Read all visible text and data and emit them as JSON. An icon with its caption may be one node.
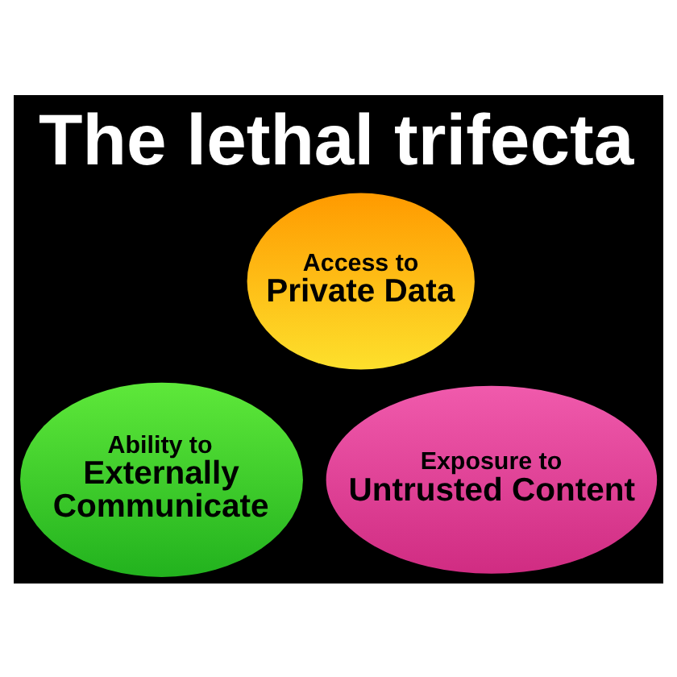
{
  "diagram": {
    "title": "The lethal trifecta",
    "nodes": [
      {
        "text": [
          "Access to",
          "Private Data"
        ]
      },
      {
        "text": [
          "Ability to",
          "Externally Communicate"
        ]
      },
      {
        "text": [
          "Exposure to",
          "Untrusted Content"
        ]
      }
    ],
    "edges": []
  }
}
